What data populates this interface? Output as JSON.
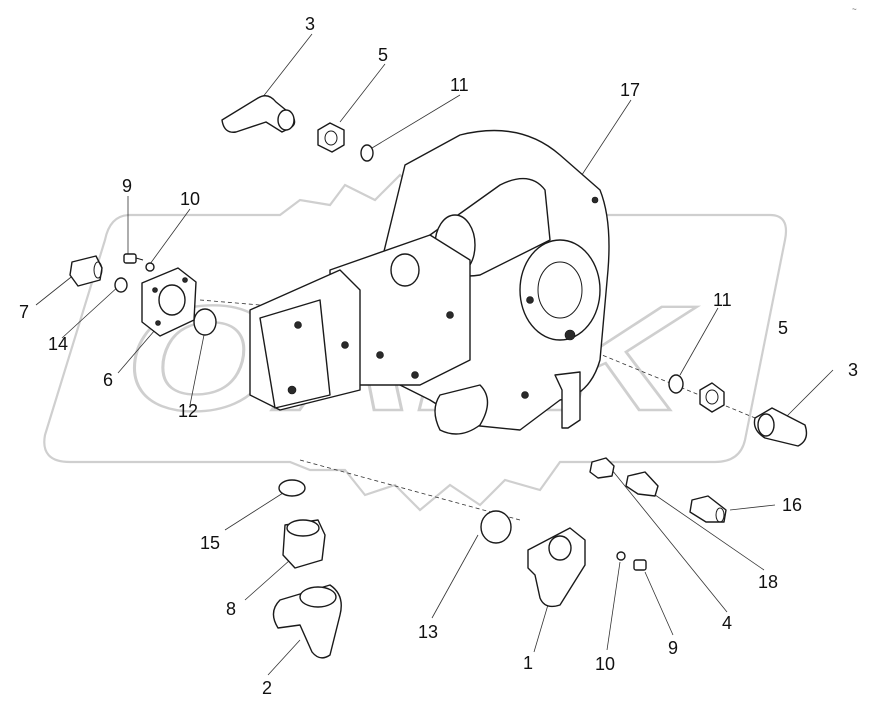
{
  "diagram": {
    "corner_mark": "~",
    "watermark_text": "OAEK",
    "callouts": [
      {
        "id": "c-3-top",
        "text": "3"
      },
      {
        "id": "c-5-top",
        "text": "5"
      },
      {
        "id": "c-11-top",
        "text": "11"
      },
      {
        "id": "c-17",
        "text": "17"
      },
      {
        "id": "c-9-left",
        "text": "9"
      },
      {
        "id": "c-10-left",
        "text": "10"
      },
      {
        "id": "c-7",
        "text": "7"
      },
      {
        "id": "c-14",
        "text": "14"
      },
      {
        "id": "c-6",
        "text": "6"
      },
      {
        "id": "c-12",
        "text": "12"
      },
      {
        "id": "c-11-right",
        "text": "11"
      },
      {
        "id": "c-5-right",
        "text": "5"
      },
      {
        "id": "c-3-right",
        "text": "3"
      },
      {
        "id": "c-16",
        "text": "16"
      },
      {
        "id": "c-18",
        "text": "18"
      },
      {
        "id": "c-4",
        "text": "4"
      },
      {
        "id": "c-15",
        "text": "15"
      },
      {
        "id": "c-8",
        "text": "8"
      },
      {
        "id": "c-2",
        "text": "2"
      },
      {
        "id": "c-13",
        "text": "13"
      },
      {
        "id": "c-1",
        "text": "1"
      },
      {
        "id": "c-10-bottom",
        "text": "10"
      },
      {
        "id": "c-9-bottom",
        "text": "9"
      }
    ]
  }
}
